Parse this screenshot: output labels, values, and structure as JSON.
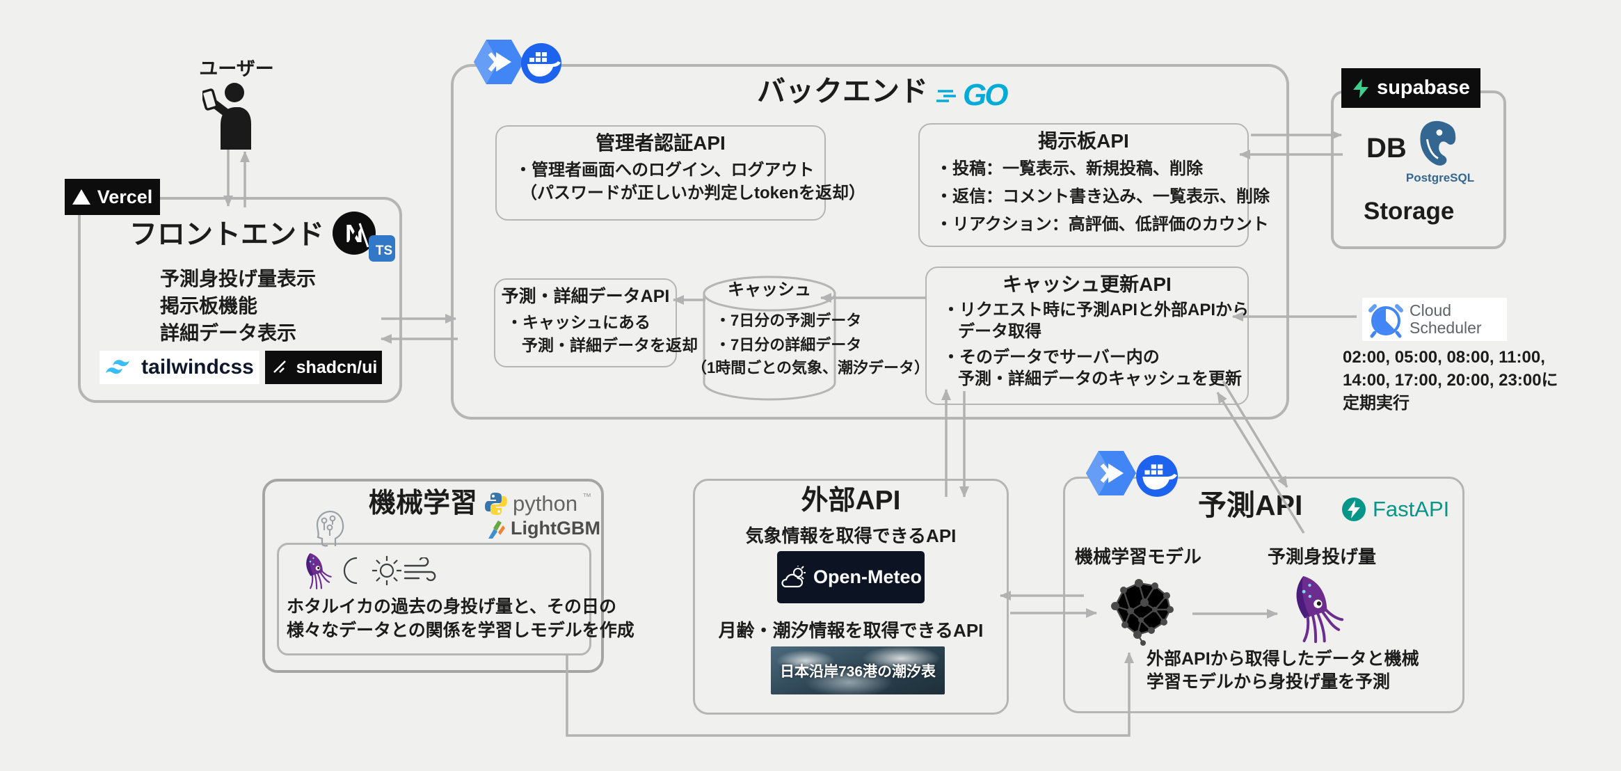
{
  "user": {
    "label": "ユーザー"
  },
  "frontend": {
    "vercel_label": "Vercel",
    "title": "フロントエンド",
    "ts_badge": "TS",
    "items": [
      "予測身投げ量表示",
      "掲示板機能",
      "詳細データ表示"
    ],
    "tailwind_label": "tailwindcss",
    "shadcn_label": "shadcn/ui"
  },
  "backend": {
    "title": "バックエンド",
    "go_label": "GO",
    "auth_api": {
      "title": "管理者認証API",
      "lines": [
        "・管理者画面へのログイン、ログアウト",
        "（パスワードが正しいか判定しtokenを返却）"
      ]
    },
    "board_api": {
      "title": "掲示板API",
      "lines": [
        "・投稿：一覧表示、新規投稿、削除",
        "・返信：コメント書き込み、一覧表示、削除",
        "・リアクション：高評価、低評価のカウント"
      ]
    },
    "data_api": {
      "title": "予測・詳細データAPI",
      "lines": [
        "・キャッシュにある",
        "予測・詳細データを返却"
      ]
    },
    "cache": {
      "title": "キャッシュ",
      "lines": [
        "・7日分の予測データ",
        "・7日分の詳細データ"
      ],
      "note": "（1時間ごとの気象、潮汐データ）"
    },
    "cache_update_api": {
      "title": "キャッシュ更新API",
      "lines": [
        "・リクエスト時に予測APIと外部APIから",
        "データ取得",
        "・そのデータでサーバー内の",
        "予測・詳細データのキャッシュを更新"
      ]
    }
  },
  "supabase": {
    "badge": "supabase",
    "db_label": "DB",
    "postgres_label": "PostgreSQL",
    "storage_label": "Storage"
  },
  "scheduler": {
    "name_line1": "Cloud",
    "name_line2": "Scheduler",
    "times": [
      "02:00, 05:00, 08:00, 11:00,",
      "14:00, 17:00, 20:00, 23:00に",
      "定期実行"
    ]
  },
  "ml": {
    "title": "機械学習",
    "python_label": "python",
    "python_tm": "™",
    "lightgbm_label": "LightGBM",
    "desc": [
      "ホタルイカの過去の身投げ量と、その日の",
      "様々なデータとの関係を学習しモデルを作成"
    ]
  },
  "external_api": {
    "title": "外部API",
    "weather_label": "気象情報を取得できるAPI",
    "open_meteo_label": "Open-Meteo",
    "tide_label": "月齢・潮汐情報を取得できるAPI",
    "tide_image_text": "日本沿岸736港の潮汐表"
  },
  "predict_api": {
    "title": "予測API",
    "fastapi_label": "FastAPI",
    "model_label": "機械学習モデル",
    "output_label": "予測身投げ量",
    "desc": [
      "外部APIから取得したデータと機械",
      "学習モデルから身投げ量を予測"
    ]
  },
  "colors": {
    "arrow": "#b2b2b2",
    "border": "#b5b5b5",
    "go_blue": "#00acd7",
    "supabase_green": "#3ecf8e",
    "fastapi_teal": "#049688",
    "ts_blue": "#3178c6",
    "docker_blue": "#1d63ed",
    "gcp_blue": "#4285f4",
    "postgres_blue": "#336791",
    "tailwind_blue": "#38bdf8"
  }
}
